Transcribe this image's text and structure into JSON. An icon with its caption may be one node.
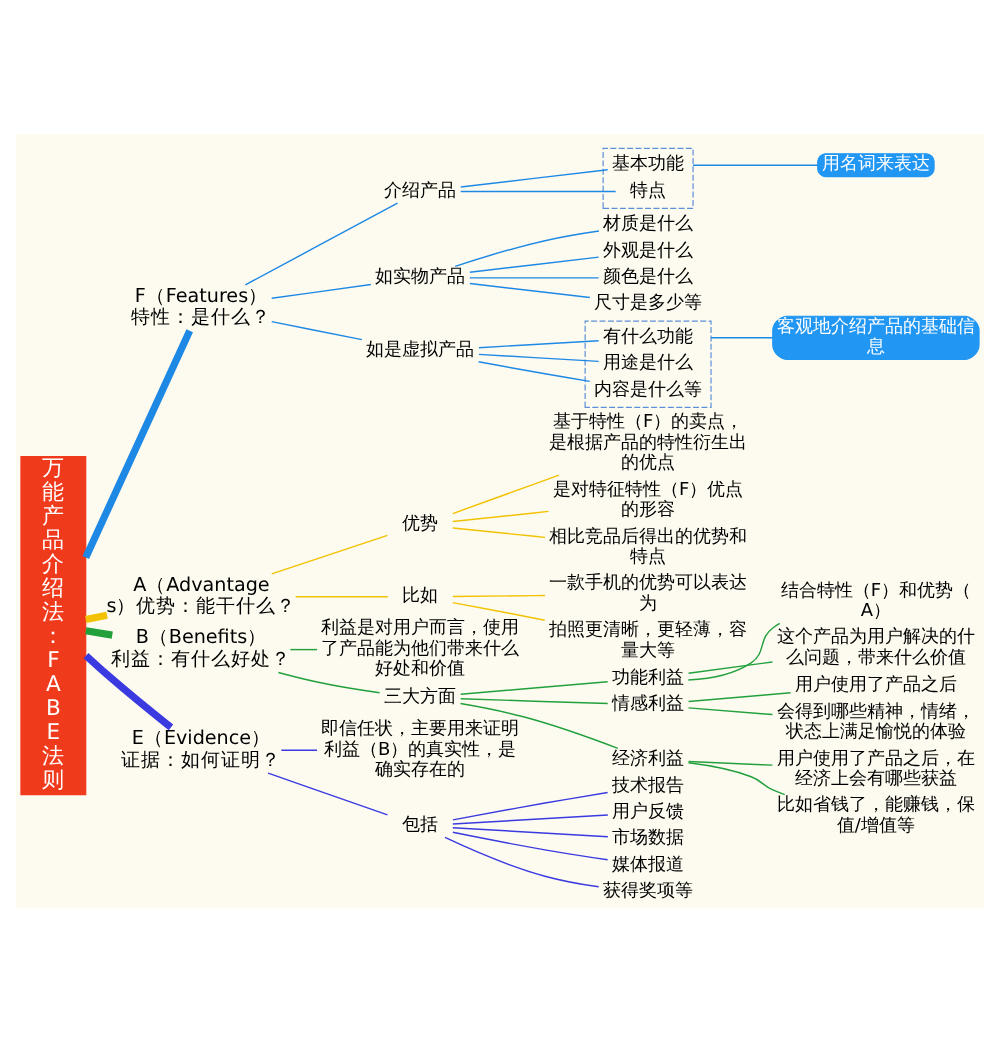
{
  "diagram": {
    "nodes": [
      {
        "text": [
          "万能产品介绍法：FABE法则"
        ]
      },
      {
        "text": [
          "F（Features）特性：是什么？"
        ]
      },
      {
        "text": [
          "介绍产品"
        ]
      },
      {
        "text": [],
        "shape": "box"
      },
      {
        "text": [
          "基本功能"
        ],
        "in": 3
      },
      {
        "text": [
          "特点"
        ],
        "in": 3
      },
      {
        "text": [
          "用名词来表达"
        ]
      },
      {
        "text": [
          "如实物产品"
        ]
      },
      {
        "text": [
          "材质是什么"
        ]
      },
      {
        "text": [
          "外观是什么"
        ]
      },
      {
        "text": [
          "颜色是什么"
        ]
      },
      {
        "text": [
          "尺寸是多少等"
        ]
      },
      {
        "text": [
          "如是虚拟产品"
        ]
      },
      {
        "text": [],
        "shape": "box"
      },
      {
        "text": [
          "有什么功能"
        ],
        "in": 13
      },
      {
        "text": [
          "用途是什么"
        ],
        "in": 13
      },
      {
        "text": [
          "内容是什么等"
        ],
        "in": 13
      },
      {
        "text": [
          "客观地介绍产品的基础信息"
        ]
      },
      {
        "text": [
          "A（Advantages）优势：能干什么？"
        ]
      },
      {
        "text": [
          "优势"
        ]
      },
      {
        "text": [
          "基于特性（F）的卖点，是根据产品的特性衍生出的优点"
        ]
      },
      {
        "text": [
          "是对特征特性（F）优点的形容"
        ]
      },
      {
        "text": [
          "相比竞品后得出的优势和特点"
        ]
      },
      {
        "text": [
          "比如"
        ]
      },
      {
        "text": [
          "一款手机的优势可以表达为"
        ]
      },
      {
        "text": [
          "拍照更清晰，更轻薄，容量大等"
        ]
      },
      {
        "text": [
          "B（Benefits）利益：有什么好处？"
        ]
      },
      {
        "text": [
          "利益是对用户而言，使用了产品能为他们带来什么好处和价值"
        ]
      },
      {
        "text": [
          "三大方面"
        ]
      },
      {
        "text": [
          "功能利益"
        ]
      },
      {
        "text": [
          "结合特性（F）和优势（A）"
        ]
      },
      {
        "text": [
          "这个产品为用户解决的什么问题，带来什么价值"
        ]
      },
      {
        "text": [
          "情感利益"
        ]
      },
      {
        "text": [
          "用户使用了产品之后"
        ]
      },
      {
        "text": [
          "会得到哪些精神，情绪，状态上满足愉悦的体验"
        ]
      },
      {
        "text": [
          "经济利益"
        ]
      },
      {
        "text": [
          "用户使用了产品之后，在经济上会有哪些获益"
        ]
      },
      {
        "text": [
          "比如省钱了，能赚钱，保值/增值等"
        ]
      },
      {
        "text": [
          "E（Evidence）证据：如何证明？"
        ]
      },
      {
        "text": [
          "即信任状，主要用来证明利益（B）的真实性，是确实存在的"
        ]
      },
      {
        "text": [
          "包括"
        ]
      },
      {
        "text": [
          "技术报告"
        ]
      },
      {
        "text": [
          "用户反馈"
        ]
      },
      {
        "text": [
          "市场数据"
        ]
      },
      {
        "text": [
          "媒体报道"
        ]
      },
      {
        "text": [
          "获得奖项等"
        ]
      }
    ],
    "edges": [
      {
        "from": 0,
        "to": 1,
        "arrow": "none",
        "style": "thick",
        "color": "#1e88e5"
      },
      {
        "from": 1,
        "to": 2,
        "arrow": "none",
        "color": "#1e88e5"
      },
      {
        "from": 2,
        "to": 4,
        "arrow": "none",
        "color": "#1e88e5"
      },
      {
        "from": 2,
        "to": 5,
        "arrow": "none",
        "color": "#1e88e5"
      },
      {
        "from": 3,
        "to": 6,
        "arrow": "none",
        "color": "#1e88e5"
      },
      {
        "from": 1,
        "to": 7,
        "arrow": "none",
        "color": "#1e88e5"
      },
      {
        "from": 7,
        "to": 8,
        "arrow": "none",
        "color": "#1e88e5"
      },
      {
        "from": 7,
        "to": 9,
        "arrow": "none",
        "color": "#1e88e5"
      },
      {
        "from": 7,
        "to": 10,
        "arrow": "none",
        "color": "#1e88e5"
      },
      {
        "from": 7,
        "to": 11,
        "arrow": "none",
        "color": "#1e88e5"
      },
      {
        "from": 1,
        "to": 12,
        "arrow": "none",
        "color": "#1e88e5"
      },
      {
        "from": 12,
        "to": 14,
        "arrow": "none",
        "color": "#1e88e5"
      },
      {
        "from": 12,
        "to": 15,
        "arrow": "none",
        "color": "#1e88e5"
      },
      {
        "from": 12,
        "to": 16,
        "arrow": "none",
        "color": "#1e88e5"
      },
      {
        "from": 13,
        "to": 17,
        "arrow": "none",
        "color": "#1e88e5"
      },
      {
        "from": 0,
        "to": 18,
        "arrow": "none",
        "style": "thick",
        "color": "#f2c200"
      },
      {
        "from": 18,
        "to": 19,
        "arrow": "none",
        "color": "#f2c200"
      },
      {
        "from": 19,
        "to": 20,
        "arrow": "none",
        "color": "#f2c200"
      },
      {
        "from": 19,
        "to": 21,
        "arrow": "none",
        "color": "#f2c200"
      },
      {
        "from": 19,
        "to": 22,
        "arrow": "none",
        "color": "#f2c200"
      },
      {
        "from": 18,
        "to": 23,
        "arrow": "none",
        "color": "#f2c200"
      },
      {
        "from": 23,
        "to": 24,
        "arrow": "none",
        "color": "#f2c200"
      },
      {
        "from": 23,
        "to": 25,
        "arrow": "none",
        "color": "#f2c200"
      },
      {
        "from": 0,
        "to": 26,
        "arrow": "none",
        "style": "thick",
        "color": "#22a03c"
      },
      {
        "from": 26,
        "to": 27,
        "arrow": "none",
        "color": "#22a03c"
      },
      {
        "from": 26,
        "to": 28,
        "arrow": "none",
        "color": "#22a03c"
      },
      {
        "from": 28,
        "to": 29,
        "arrow": "none",
        "color": "#22a03c"
      },
      {
        "from": 29,
        "to": 30,
        "arrow": "none",
        "color": "#22a03c"
      },
      {
        "from": 29,
        "to": 31,
        "arrow": "none",
        "color": "#22a03c"
      },
      {
        "from": 28,
        "to": 32,
        "arrow": "none",
        "color": "#22a03c"
      },
      {
        "from": 32,
        "to": 33,
        "arrow": "none",
        "color": "#22a03c"
      },
      {
        "from": 32,
        "to": 34,
        "arrow": "none",
        "color": "#22a03c"
      },
      {
        "from": 28,
        "to": 35,
        "arrow": "none",
        "color": "#22a03c"
      },
      {
        "from": 35,
        "to": 36,
        "arrow": "none",
        "color": "#22a03c"
      },
      {
        "from": 35,
        "to": 37,
        "arrow": "none",
        "color": "#22a03c"
      },
      {
        "from": 0,
        "to": 38,
        "arrow": "none",
        "style": "thick",
        "color": "#3a3ae0"
      },
      {
        "from": 38,
        "to": 39,
        "arrow": "none",
        "color": "#3a3ae0"
      },
      {
        "from": 38,
        "to": 40,
        "arrow": "none",
        "color": "#3a3ae0"
      },
      {
        "from": 40,
        "to": 41,
        "arrow": "none",
        "color": "#3a3ae0"
      },
      {
        "from": 40,
        "to": 42,
        "arrow": "none",
        "color": "#3a3ae0"
      },
      {
        "from": 40,
        "to": 43,
        "arrow": "none",
        "color": "#3a3ae0"
      },
      {
        "from": 40,
        "to": 44,
        "arrow": "none",
        "color": "#3a3ae0"
      },
      {
        "from": 40,
        "to": 45,
        "arrow": "none",
        "color": "#3a3ae0"
      }
    ]
  }
}
